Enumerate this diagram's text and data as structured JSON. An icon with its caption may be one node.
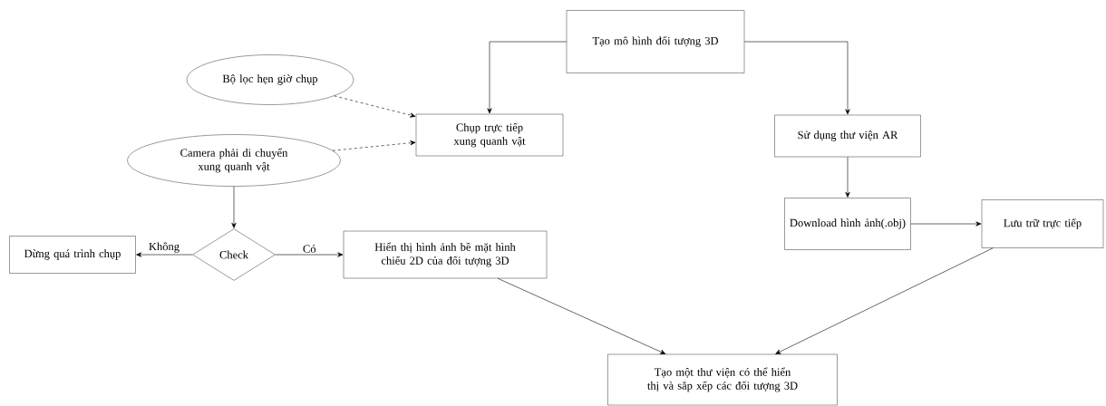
{
  "diagram": {
    "nodes": [
      {
        "text": [
          "Tạo mô hình đối tượng 3D"
        ]
      },
      {
        "text": [
          "Bộ lọc hẹn giờ chụp"
        ]
      },
      {
        "text": [
          "Chụp trực tiếp xung quanh vật"
        ]
      },
      {
        "text": [
          "Sử dụng thư viện AR"
        ]
      },
      {
        "text": [
          "Camera phải di chuyển xung quanh vật"
        ]
      },
      {
        "text": [
          "Download hình ảnh(.obj)"
        ]
      },
      {
        "text": [
          "Lưu trữ trực tiếp"
        ]
      },
      {
        "text": [
          "Check"
        ]
      },
      {
        "text": [
          "Dừng quá trình chụp"
        ]
      },
      {
        "text": [
          "Hiển thị hình ảnh bề mặt hình chiếu 2D của đối tượng 3D"
        ]
      },
      {
        "text": [
          "Tạo một thư viện có thể hiển thị và sắp xếp các đối tượng 3D"
        ]
      }
    ],
    "edges": [
      {
        "from": 0,
        "to": 2,
        "arrow": "to"
      },
      {
        "from": 0,
        "to": 3,
        "arrow": "to"
      },
      {
        "from": 1,
        "to": 2,
        "arrow": "to",
        "style": "dashed"
      },
      {
        "from": 4,
        "to": 2,
        "arrow": "to",
        "style": "dashed"
      },
      {
        "from": 4,
        "to": 7,
        "arrow": "to"
      },
      {
        "from": 7,
        "to": 8,
        "arrow": "to",
        "label": "Không"
      },
      {
        "from": 7,
        "to": 9,
        "arrow": "to",
        "label": "Có"
      },
      {
        "from": 3,
        "to": 5,
        "arrow": "to"
      },
      {
        "from": 5,
        "to": 6,
        "arrow": "to"
      },
      {
        "from": 9,
        "to": 10,
        "arrow": "to"
      },
      {
        "from": 6,
        "to": 10,
        "arrow": "to"
      }
    ]
  }
}
